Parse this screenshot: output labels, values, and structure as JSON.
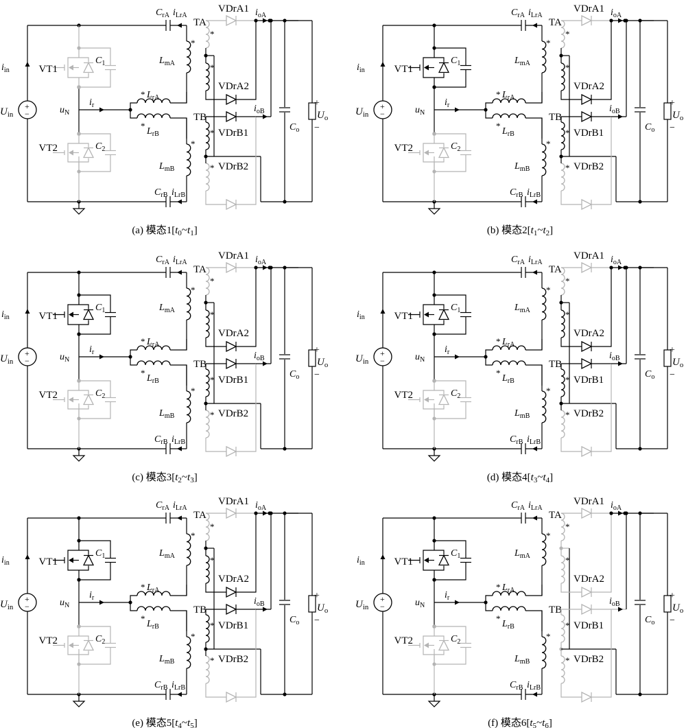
{
  "panels": [
    {
      "letter": "(a)",
      "mode": "模态1",
      "t_start": "t",
      "s0": "0",
      "t_end": "t",
      "s1": "1",
      "vt1_on": false,
      "vt2_on": false,
      "da1_on": false,
      "da2_on": true,
      "db1_on": true,
      "db2_on": false,
      "has_ioB": true
    },
    {
      "letter": "(b)",
      "mode": "模态2",
      "t_start": "t",
      "s0": "1",
      "t_end": "t",
      "s1": "2",
      "vt1_on": true,
      "vt2_on": false,
      "da1_on": false,
      "da2_on": true,
      "db1_on": true,
      "db2_on": false,
      "has_ioB": true
    },
    {
      "letter": "(c)",
      "mode": "模态3",
      "t_start": "t",
      "s0": "2",
      "t_end": "t",
      "s1": "3",
      "vt1_on": true,
      "vt2_on": false,
      "da1_on": false,
      "da2_on": true,
      "db1_on": true,
      "db2_on": false,
      "has_ioB": true
    },
    {
      "letter": "(d)",
      "mode": "模态4",
      "t_start": "t",
      "s0": "3",
      "t_end": "t",
      "s1": "4",
      "vt1_on": true,
      "vt2_on": false,
      "da1_on": false,
      "da2_on": true,
      "db1_on": true,
      "db2_on": false,
      "has_ioB": true
    },
    {
      "letter": "(e)",
      "mode": "模态5",
      "t_start": "t",
      "s0": "4",
      "t_end": "t",
      "s1": "5",
      "vt1_on": true,
      "vt2_on": false,
      "da1_on": false,
      "da2_on": true,
      "db1_on": true,
      "db2_on": false,
      "has_ioB": true
    },
    {
      "letter": "(f)",
      "mode": "模态6",
      "t_start": "t",
      "s0": "5",
      "t_end": "t",
      "s1": "6",
      "vt1_on": true,
      "vt2_on": false,
      "da1_on": false,
      "da2_on": false,
      "db1_on": false,
      "db2_on": false,
      "has_ioB": true
    }
  ],
  "labels": {
    "CrA": "C",
    "CrA_sub": "rA",
    "iLrA": "i",
    "iLrA_sub": "LrA",
    "TA": "TA",
    "TB": "TB",
    "VDrA1": "VDrA1",
    "VDrA2": "VDrA2",
    "VDrB1": "VDrB1",
    "VDrB2": "VDrB2",
    "ioA": "i",
    "ioA_sub": "oA",
    "ioB": "i",
    "ioB_sub": "oB",
    "iin": "i",
    "iin_sub": "in",
    "VT1": "VT1",
    "VT2": "VT2",
    "C1": "C",
    "C1_sub": "1",
    "C2": "C",
    "C2_sub": "2",
    "LmA": "L",
    "LmA_sub": "mA",
    "LmB": "L",
    "LmB_sub": "mB",
    "LrA": "L",
    "LrA_sub": "rA",
    "LrB": "L",
    "LrB_sub": "rB",
    "Uin": "U",
    "Uin_sub": "in",
    "uN": "u",
    "uN_sub": "N",
    "ir": "i",
    "ir_sub": "r",
    "Co": "C",
    "Co_sub": "o",
    "Uo": "U",
    "Uo_sub": "o",
    "CrB": "C",
    "CrB_sub": "rB",
    "iLrB": "i",
    "iLrB_sub": "LrB",
    "plus": "+",
    "minus": "−",
    "star": "*",
    "tilde": "~"
  },
  "colors": {
    "active": "#000000",
    "inactive": "#b4b4b4"
  }
}
